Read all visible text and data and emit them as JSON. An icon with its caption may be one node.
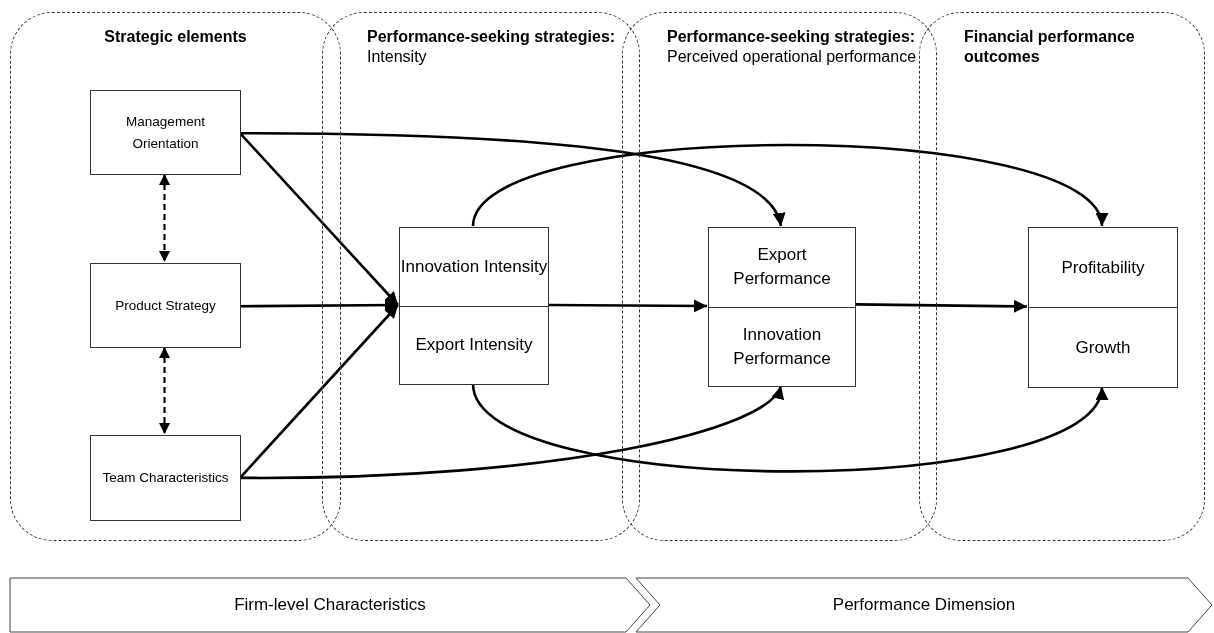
{
  "diagram": {
    "nodes": [
      {
        "text": [
          "Strategic elements"
        ]
      },
      {
        "text": [
          "**Performance-seeking strategies:** Intensity"
        ]
      },
      {
        "text": [
          "**Performance-seeking strategies:** Perceived operational performance"
        ]
      },
      {
        "text": [
          "Financial performance outcomes"
        ]
      },
      {
        "text": [
          "Management Orientation"
        ],
        "in": 0
      },
      {
        "text": [
          "Product Strategy"
        ],
        "in": 0
      },
      {
        "text": [
          "Team Characteristics"
        ],
        "in": 0
      },
      {
        "text": [
          "Innovation Intensity",
          "Export Intensity"
        ],
        "in": 1
      },
      {
        "text": [
          "Export Performance",
          "Innovation Performance"
        ],
        "in": 2
      },
      {
        "text": [
          "Profitability",
          "Growth"
        ],
        "in": 3
      },
      {
        "text": [
          "Firm-level Characteristics"
        ]
      },
      {
        "text": [
          "Performance Dimension"
        ]
      }
    ],
    "edges": [
      {
        "from": 4,
        "to": 5,
        "arrow": "both",
        "style": "dashed"
      },
      {
        "from": 5,
        "to": 6,
        "arrow": "both",
        "style": "dashed"
      },
      {
        "from": 4,
        "to": 7,
        "arrow": "to"
      },
      {
        "from": 5,
        "to": 7,
        "arrow": "to"
      },
      {
        "from": 6,
        "to": 7,
        "arrow": "to"
      },
      {
        "from": 4,
        "to": 8,
        "arrow": "to"
      },
      {
        "from": 6,
        "to": 8,
        "arrow": "to"
      },
      {
        "from": 7,
        "to": 8,
        "arrow": "to"
      },
      {
        "from": 8,
        "to": 9,
        "arrow": "to"
      },
      {
        "from": 7,
        "to": 9,
        "arrow": "to"
      },
      {
        "from": 7,
        "to": 9,
        "arrow": "to"
      }
    ]
  }
}
